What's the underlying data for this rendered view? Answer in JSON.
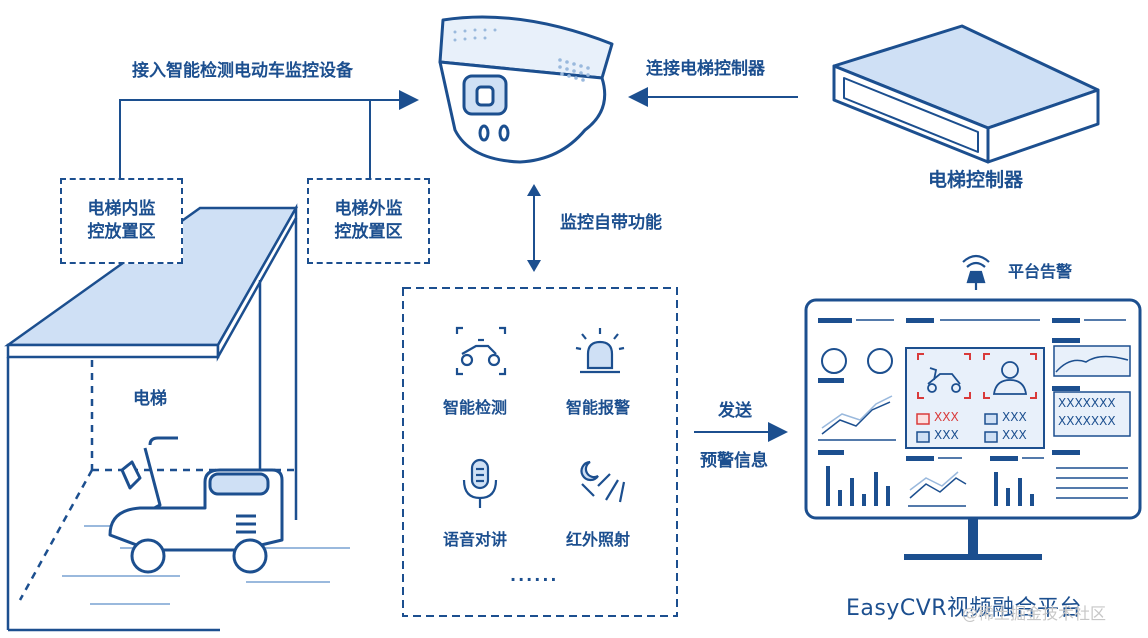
{
  "connections": {
    "access_label": "接入智能检测电动车监控设备",
    "controller_link_label": "连接电梯控制器",
    "builtin_label": "监控自带功能",
    "send_label_line1": "发送",
    "send_label_line2": "预警信息"
  },
  "zones": {
    "inside_line1": "电梯内监",
    "inside_line2": "控放置区",
    "outside_line1": "电梯外监",
    "outside_line2": "控放置区"
  },
  "elevator": {
    "label": "电梯"
  },
  "controller": {
    "label": "电梯控制器"
  },
  "features": {
    "items": [
      {
        "label": "智能检测",
        "icon": "scooter-detect-icon"
      },
      {
        "label": "智能报警",
        "icon": "alarm-light-icon"
      },
      {
        "label": "语音对讲",
        "icon": "microphone-icon"
      },
      {
        "label": "红外照射",
        "icon": "infrared-icon"
      }
    ],
    "more": "......"
  },
  "platform": {
    "alarm_label": "平台告警",
    "title": "EasyCVR视频融合平台",
    "screen": {
      "tag_1": "XXX",
      "tag_2": "XXX",
      "tag_3": "XXX",
      "tag_4": "XXX",
      "list_1": "XXXXXXX",
      "list_2": "XXXXXXX"
    }
  },
  "watermark": "@稀土掘金技术社区",
  "colors": {
    "primary": "#1c4f8f",
    "light": "#cfe0f5",
    "alert": "#d93a3a",
    "muted": "#9ab9dd"
  }
}
